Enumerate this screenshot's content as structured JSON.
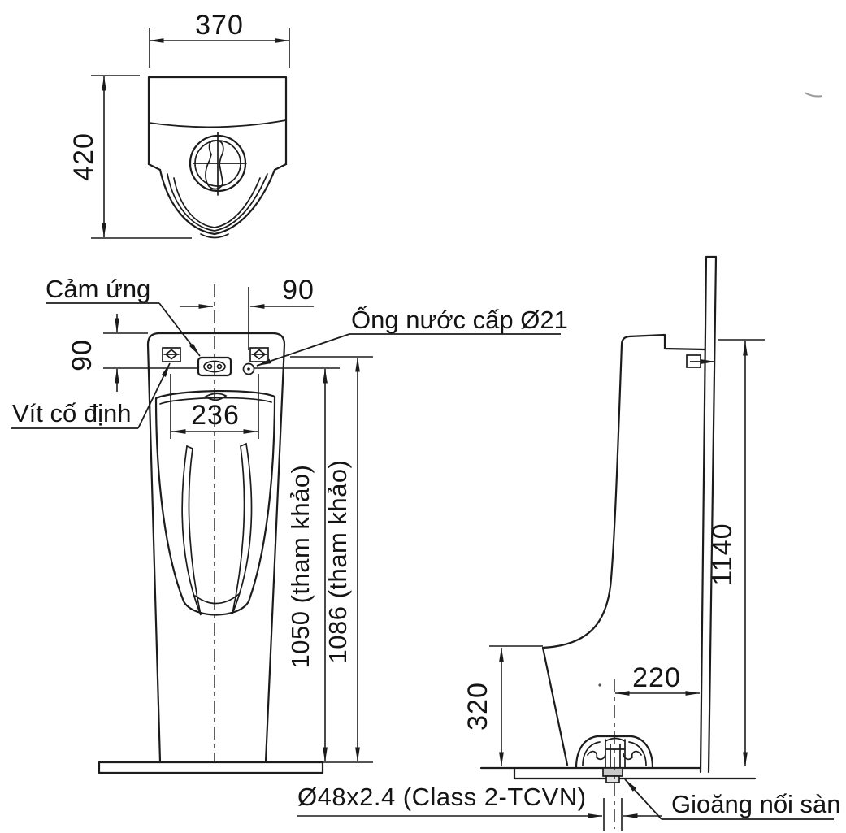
{
  "drawing": {
    "labels": {
      "sensor": "Cảm ứng",
      "supply_pipe": "Ống nước cấp Ø21",
      "fixing_screw": "Vít cố định",
      "drain_pipe_spec": "Ø48x2.4 (Class 2-TCVN)",
      "floor_gasket": "Gioăng nối sàn"
    },
    "dimensions": {
      "top_view_width": "370",
      "top_view_depth": "420",
      "supply_offset_horizontal": "90",
      "supply_offset_vertical": "90",
      "bowl_opening_width": "236",
      "height_reference_1": "1050 (tham khảo)",
      "height_reference_2": "1086 (tham khảo)",
      "side_overall_height": "1140",
      "lip_height": "320",
      "drain_to_wall_offset": "220"
    },
    "colors": {
      "line": "#1c1c1c",
      "background": "#ffffff"
    }
  }
}
